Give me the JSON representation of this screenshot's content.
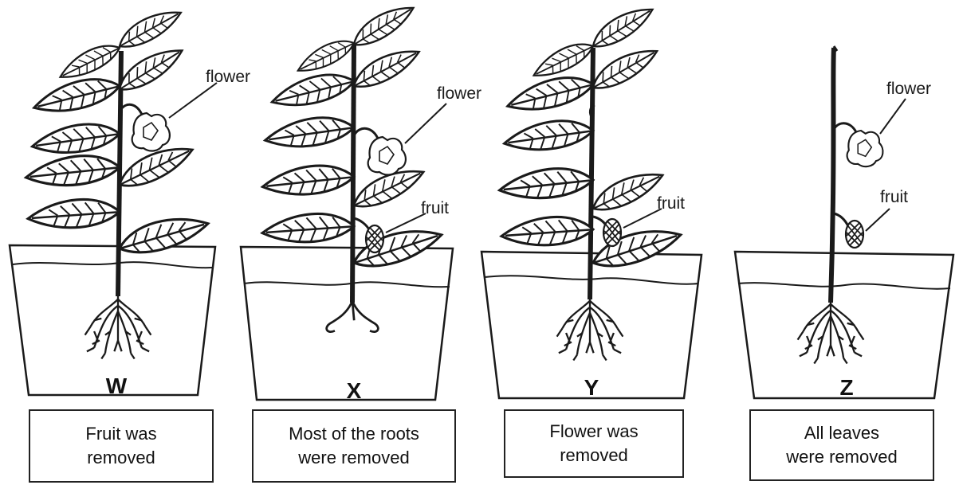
{
  "panels": [
    {
      "letter": "W",
      "caption": "Fruit was\nremoved",
      "labels": {
        "flower": "flower"
      }
    },
    {
      "letter": "X",
      "caption": "Most of the roots\nwere removed",
      "labels": {
        "flower": "flower",
        "fruit": "fruit"
      }
    },
    {
      "letter": "Y",
      "caption": "Flower was\nremoved",
      "labels": {
        "fruit": "fruit"
      }
    },
    {
      "letter": "Z",
      "caption": "All leaves\nwere removed",
      "labels": {
        "flower": "flower",
        "fruit": "fruit"
      }
    }
  ],
  "colors": {
    "ink": "#1a1a1a",
    "soil": "#f6f6f6"
  }
}
